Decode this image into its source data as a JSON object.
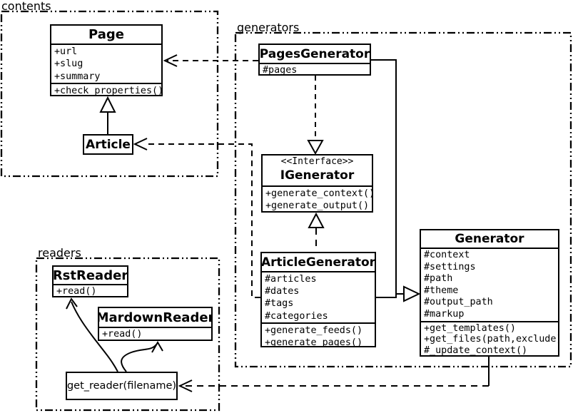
{
  "diagram_type": "uml-class-diagram",
  "colors": {
    "line": "#000000",
    "background": "#ffffff"
  },
  "packages": {
    "contents": {
      "label": "contents"
    },
    "generators": {
      "label": "generators"
    },
    "readers": {
      "label": "readers"
    }
  },
  "classes": {
    "page": {
      "name": "Page",
      "attributes": [
        "+url",
        "+slug",
        "+summary"
      ],
      "methods": [
        "+check_properties()"
      ]
    },
    "article": {
      "name": "Article"
    },
    "pages_generator": {
      "name": "PagesGenerator",
      "attributes": [
        "#pages"
      ]
    },
    "igenerator": {
      "stereotype": "<<Interface>>",
      "name": "IGenerator",
      "methods": [
        "+generate_context()",
        "+generate_output()"
      ]
    },
    "article_generator": {
      "name": "ArticleGenerator",
      "attributes": [
        "#articles",
        "#dates",
        "#tags",
        "#categories"
      ],
      "methods": [
        "+generate_feeds()",
        "+generate_pages()"
      ]
    },
    "generator": {
      "name": "Generator",
      "attributes": [
        "#context",
        "#settings",
        "#path",
        "#theme",
        "#output_path",
        "#markup"
      ],
      "methods": [
        "+get_templates()",
        "+get_files(path,exclude)",
        "#_update_context()"
      ]
    },
    "rst_reader": {
      "name": "RstReader",
      "methods": [
        "+read()"
      ]
    },
    "mardown_reader": {
      "name": "MardownReader",
      "methods": [
        "+read()"
      ]
    },
    "get_reader": {
      "label": "get_reader(filename)"
    }
  },
  "relationships": [
    {
      "from": "Article",
      "to": "Page",
      "type": "generalization",
      "line": "solid"
    },
    {
      "from": "PagesGenerator",
      "to": "Page",
      "type": "dependency",
      "line": "dashed"
    },
    {
      "from": "ArticleGenerator",
      "to": "Article",
      "type": "dependency",
      "line": "dashed"
    },
    {
      "from": "PagesGenerator",
      "to": "IGenerator",
      "type": "realization",
      "line": "dashed"
    },
    {
      "from": "ArticleGenerator",
      "to": "IGenerator",
      "type": "realization",
      "line": "dashed"
    },
    {
      "from": "PagesGenerator",
      "to": "Generator",
      "type": "generalization",
      "line": "solid"
    },
    {
      "from": "ArticleGenerator",
      "to": "Generator",
      "type": "generalization",
      "line": "solid"
    },
    {
      "from": "Generator",
      "to": "get_reader(filename)",
      "type": "dependency",
      "line": "dashed"
    },
    {
      "from": "get_reader(filename)",
      "to": "RstReader",
      "type": "arrow",
      "line": "curved"
    },
    {
      "from": "get_reader(filename)",
      "to": "MardownReader",
      "type": "arrow",
      "line": "curved"
    }
  ]
}
